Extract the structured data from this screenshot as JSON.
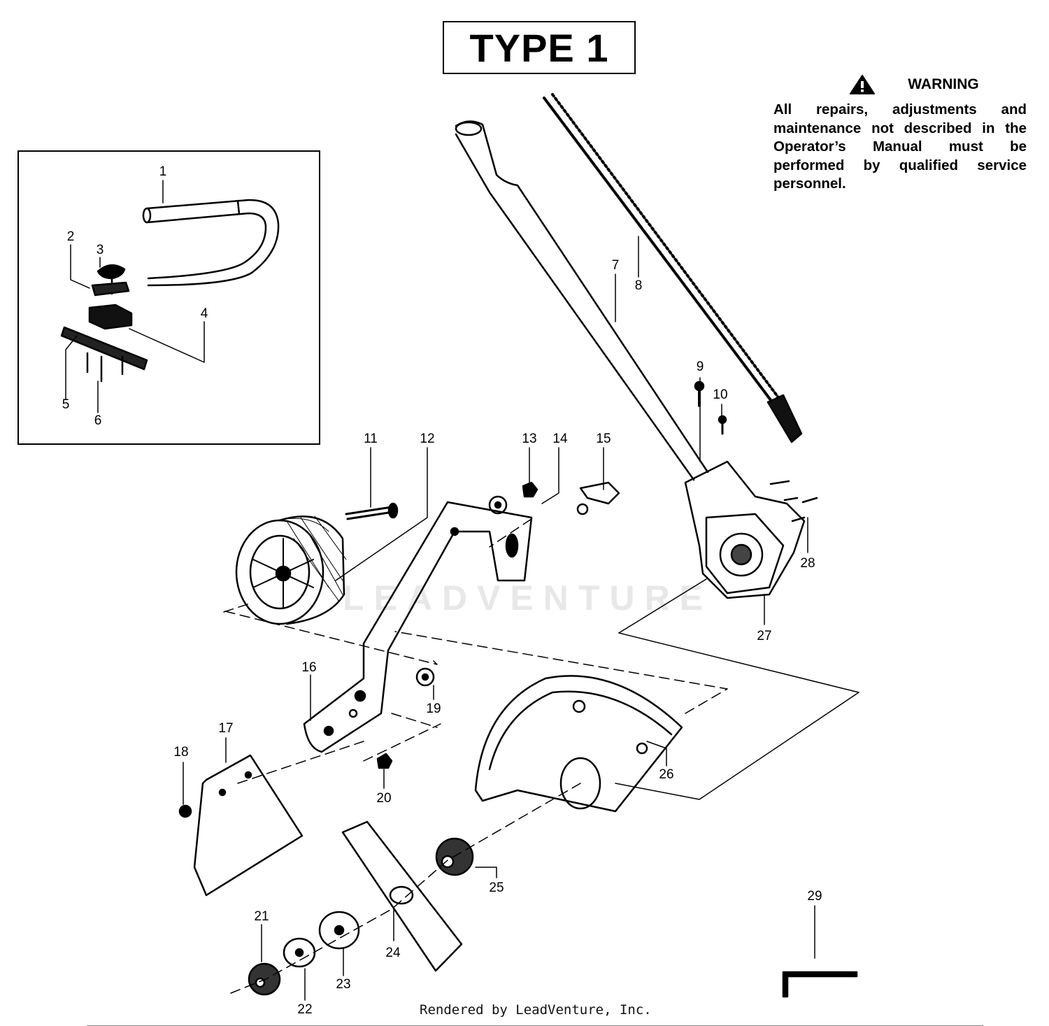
{
  "title": "TYPE 1",
  "warning": {
    "heading": "WARNING",
    "icon": "warning-triangle-icon",
    "text": "All repairs, adjustments and maintenance not described in the Operator’s Manual must be performed by qualified service personnel."
  },
  "watermark": "LEADVENTURE",
  "footer": "Rendered by LeadVenture, Inc.",
  "part_labels": [
    "1",
    "2",
    "3",
    "4",
    "5",
    "6",
    "7",
    "8",
    "9",
    "10",
    "11",
    "12",
    "13",
    "14",
    "15",
    "16",
    "17",
    "18",
    "19",
    "20",
    "21",
    "22",
    "23",
    "24",
    "25",
    "26",
    "27",
    "28",
    "29"
  ]
}
